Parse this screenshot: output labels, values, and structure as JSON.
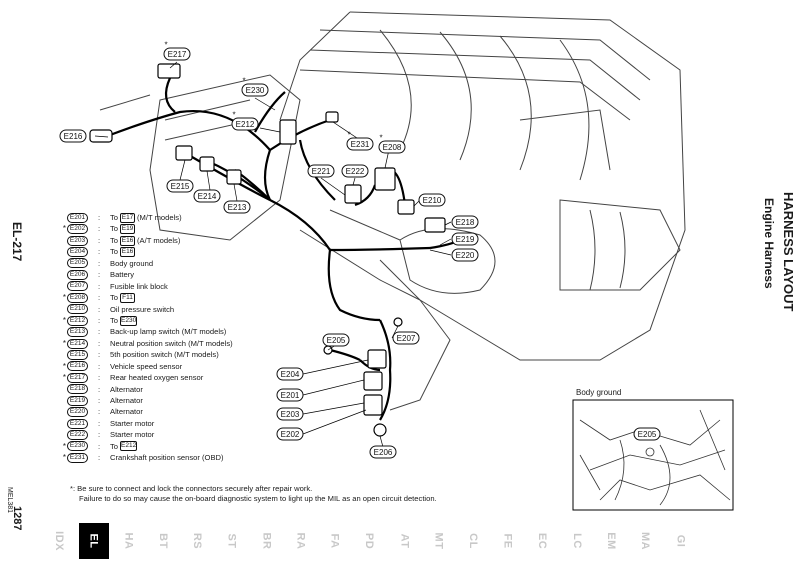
{
  "page": {
    "page_number": "EL-217",
    "doc_code": "MEL381",
    "ref_number": "1287"
  },
  "header": {
    "title": "HARNESS LAYOUT",
    "subtitle": "Engine Harness"
  },
  "diagram": {
    "callouts": [
      "E217",
      "E230",
      "E212",
      "E216",
      "E231",
      "E208",
      "E221",
      "E222",
      "E215",
      "E214",
      "E213",
      "E210",
      "E218",
      "E219",
      "E220",
      "E205",
      "E207",
      "E204",
      "E201",
      "E203",
      "E202",
      "E206"
    ],
    "inset": {
      "label": "Body ground",
      "connector": "E205"
    }
  },
  "legend": [
    {
      "star": "",
      "code": "E201",
      "text": "To",
      "ref": "E17",
      "suffix": "(M/T models)"
    },
    {
      "star": "*",
      "code": "E202",
      "text": "To",
      "ref": "E19",
      "suffix": ""
    },
    {
      "star": "",
      "code": "E203",
      "text": "To",
      "ref": "E16",
      "suffix": "(A/T models)"
    },
    {
      "star": "",
      "code": "E204",
      "text": "To",
      "ref": "E16",
      "suffix": ""
    },
    {
      "star": "",
      "code": "E205",
      "text": "Body ground",
      "ref": "",
      "suffix": ""
    },
    {
      "star": "",
      "code": "E206",
      "text": "Battery",
      "ref": "",
      "suffix": ""
    },
    {
      "star": "",
      "code": "E207",
      "text": "Fusible link block",
      "ref": "",
      "suffix": ""
    },
    {
      "star": "*",
      "code": "E208",
      "text": "To",
      "ref": "F11",
      "suffix": ""
    },
    {
      "star": "",
      "code": "E210",
      "text": "Oil pressure switch",
      "ref": "",
      "suffix": ""
    },
    {
      "star": "*",
      "code": "E212",
      "text": "To",
      "ref": "E230",
      "suffix": ""
    },
    {
      "star": "",
      "code": "E213",
      "text": "Back-up lamp switch (M/T models)",
      "ref": "",
      "suffix": ""
    },
    {
      "star": "*",
      "code": "E214",
      "text": "Neutral position switch (M/T models)",
      "ref": "",
      "suffix": ""
    },
    {
      "star": "",
      "code": "E215",
      "text": "5th position switch (M/T models)",
      "ref": "",
      "suffix": ""
    },
    {
      "star": "*",
      "code": "E216",
      "text": "Vehicle speed sensor",
      "ref": "",
      "suffix": ""
    },
    {
      "star": "*",
      "code": "E217",
      "text": "Rear heated oxygen sensor",
      "ref": "",
      "suffix": ""
    },
    {
      "star": "",
      "code": "E218",
      "text": "Alternator",
      "ref": "",
      "suffix": ""
    },
    {
      "star": "",
      "code": "E219",
      "text": "Alternator",
      "ref": "",
      "suffix": ""
    },
    {
      "star": "",
      "code": "E220",
      "text": "Alternator",
      "ref": "",
      "suffix": ""
    },
    {
      "star": "",
      "code": "E221",
      "text": "Starter motor",
      "ref": "",
      "suffix": ""
    },
    {
      "star": "",
      "code": "E222",
      "text": "Starter motor",
      "ref": "",
      "suffix": ""
    },
    {
      "star": "*",
      "code": "E230",
      "text": "To",
      "ref": "E212",
      "suffix": ""
    },
    {
      "star": "*",
      "code": "E231",
      "text": "Crankshaft position sensor (OBD)",
      "ref": "",
      "suffix": ""
    }
  ],
  "footnote": {
    "line1": "*: Be sure to connect and lock the connectors securely after repair work.",
    "line2": "Failure to do so may cause the on-board diagnostic system to light up the MIL as an open circuit detection."
  },
  "tabs": [
    "IDX",
    "EL",
    "HA",
    "BT",
    "RS",
    "ST",
    "BR",
    "RA",
    "FA",
    "PD",
    "AT",
    "MT",
    "CL",
    "FE",
    "EC",
    "LC",
    "EM",
    "MA",
    "GI"
  ],
  "active_tab": "EL"
}
